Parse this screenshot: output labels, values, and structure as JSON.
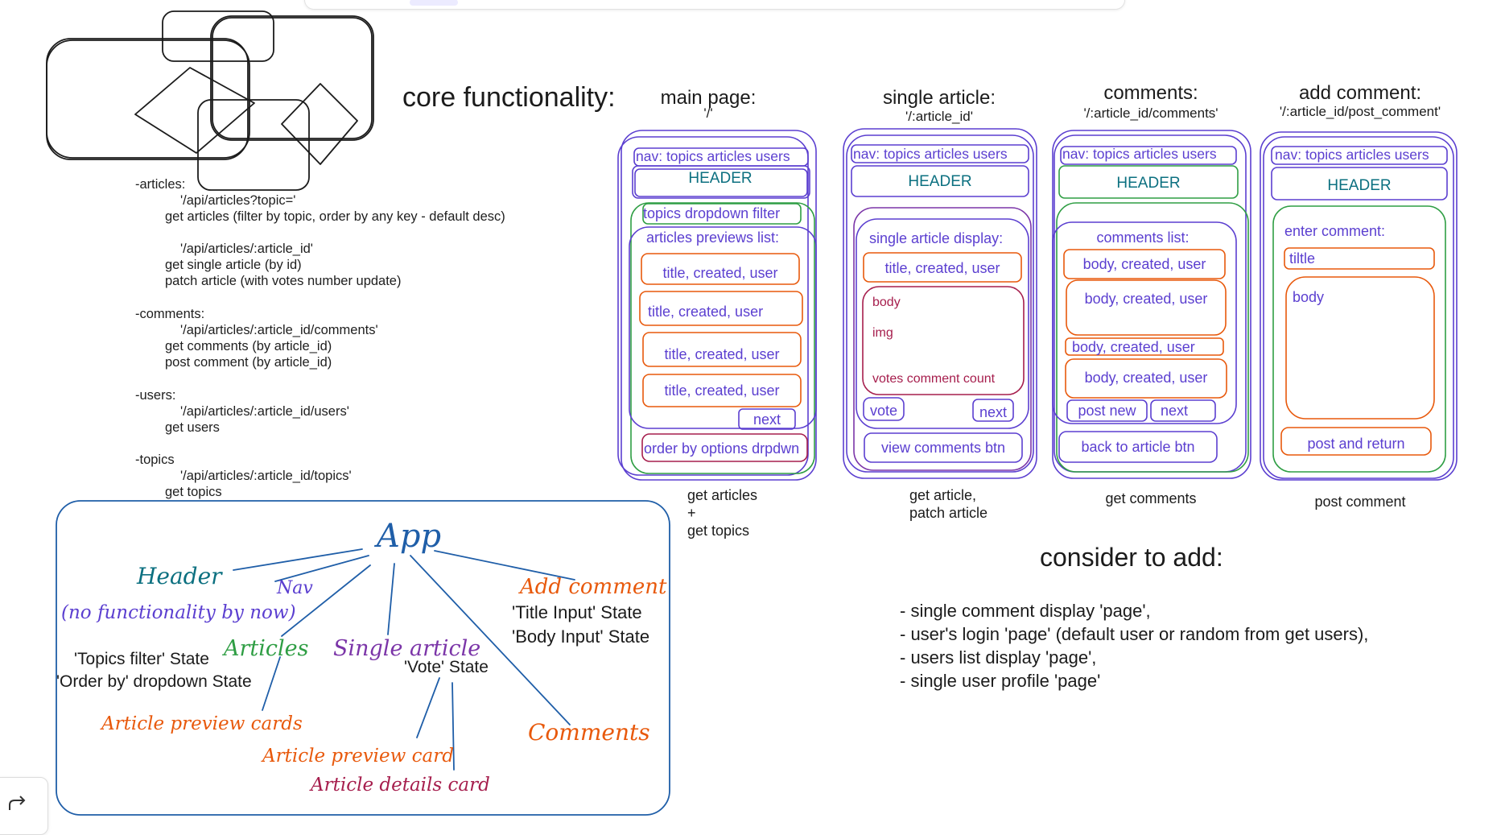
{
  "api_notes": {
    "lines": [
      "-articles:",
      "'/api/articles?topic='",
      "get articles (filter by topic, order by any key - default desc)",
      "'/api/articles/:article_id'",
      "get single article (by id)",
      "patch article (with votes number update)",
      "-comments:",
      "'/api/articles/:article_id/comments'",
      "get comments (by article_id)",
      "post comment (by article_id)",
      "-users:",
      "'/api/articles/:article_id/users'",
      "get users",
      "-topics",
      "'/api/articles/:article_id/topics'",
      "get topics"
    ]
  },
  "core": {
    "title": "core functionality:",
    "main_page": {
      "title": "main page:",
      "route": "'/'",
      "nav": "nav: topics articles users",
      "header": "HEADER",
      "filter": "topics dropdown filter",
      "list_label": "articles previews list:",
      "cards": [
        "title, created, user",
        "title, created, user",
        "title, created, user",
        "title, created, user"
      ],
      "next": "next",
      "order": "order by options drpdwn",
      "caption": [
        "get articles",
        "+",
        "get topics"
      ]
    },
    "single_article": {
      "title": "single article:",
      "route": "'/:article_id'",
      "nav": "nav: topics articles users",
      "header": "HEADER",
      "display_label": "single article display:",
      "card": "title, created, user",
      "body": "body",
      "img": "img",
      "votes": "votes  comment count",
      "vote": "vote",
      "next": "next",
      "view_comments": "view comments btn",
      "caption": [
        "get article,",
        "patch article"
      ]
    },
    "comments": {
      "title": "comments:",
      "route": "'/:article_id/comments'",
      "nav": "nav: topics articles users",
      "header": "HEADER",
      "list_label": "comments list:",
      "cards": [
        "body, created, user",
        "body, created, user",
        "body, created, user",
        "body, created, user"
      ],
      "post_new": "post new",
      "next": "next",
      "back": "back to article btn",
      "caption": "get comments"
    },
    "add_comment": {
      "title": "add comment:",
      "route": "'/:article_id/post_comment'",
      "nav": "nav: topics articles users",
      "header": "HEADER",
      "enter_label": "enter comment:",
      "title_field": "tiltle",
      "body_field": "body",
      "post_return": "post and return",
      "caption": "post comment"
    }
  },
  "consider": {
    "title": "consider to add:",
    "items": [
      "- single comment display 'page',",
      "- user's login 'page' (default user or random from get users),",
      "- users list display 'page',",
      "- single user profile 'page'"
    ]
  },
  "tree": {
    "app": "App",
    "header": "Header",
    "nav": "Nav",
    "no_func": "(no functionality by now)",
    "articles": "Articles",
    "single_article": "Single article",
    "add_comment": "Add comment",
    "comments": "Comments",
    "article_preview_cards": "Article preview cards",
    "article_preview_card": "Article preview card",
    "article_details_card": "Article details card",
    "topics_state": "'Topics filter' State",
    "order_state": "'Order by' dropdown State",
    "vote_state": "'Vote' State",
    "title_state": "'Title Input' State",
    "body_state": "'Body Input' State"
  },
  "colors": {
    "purple": "#5b3fd0",
    "green": "#2f9e44",
    "red": "#e8590c",
    "dark_red": "#a61e4d",
    "blue": "#1f5ea8",
    "teal": "#0c7080",
    "orange": "#e8590c",
    "violet": "#7b35a8"
  }
}
